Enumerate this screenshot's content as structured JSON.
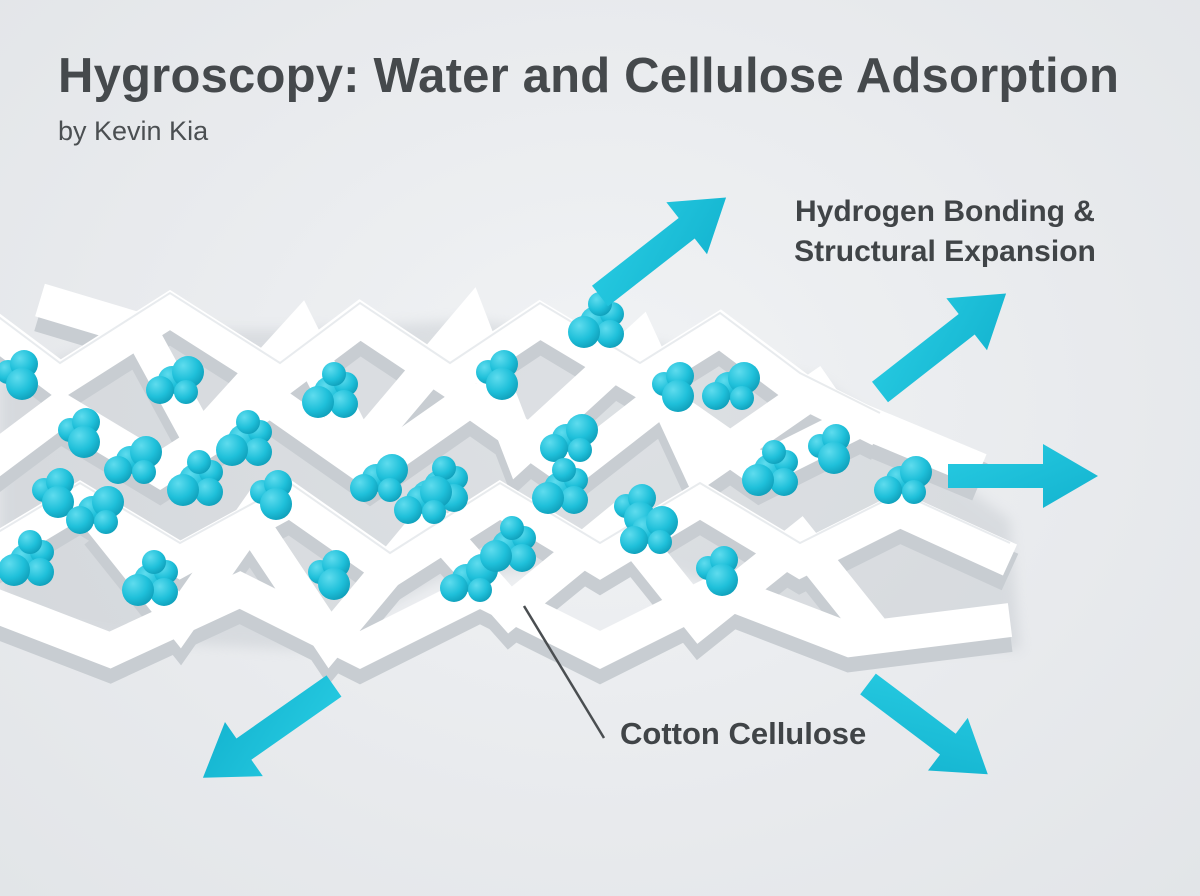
{
  "title": "Hygroscopy: Water and Cellulose Adsorption",
  "subtitle": "by Kevin Kia",
  "labels": {
    "bonding_line1": "Hydrogen Bonding &",
    "bonding_line2": "Structural Expansion",
    "cellulose": "Cotton Cellulose"
  },
  "colors": {
    "water": "#1ec3dc",
    "arrow": "#1cc0d9",
    "lattice": "#ffffff",
    "lattice_shadow": "#c9ced3",
    "text": "#404447"
  },
  "icons": [
    "expansion-arrow-icon",
    "water-molecule-icon"
  ]
}
